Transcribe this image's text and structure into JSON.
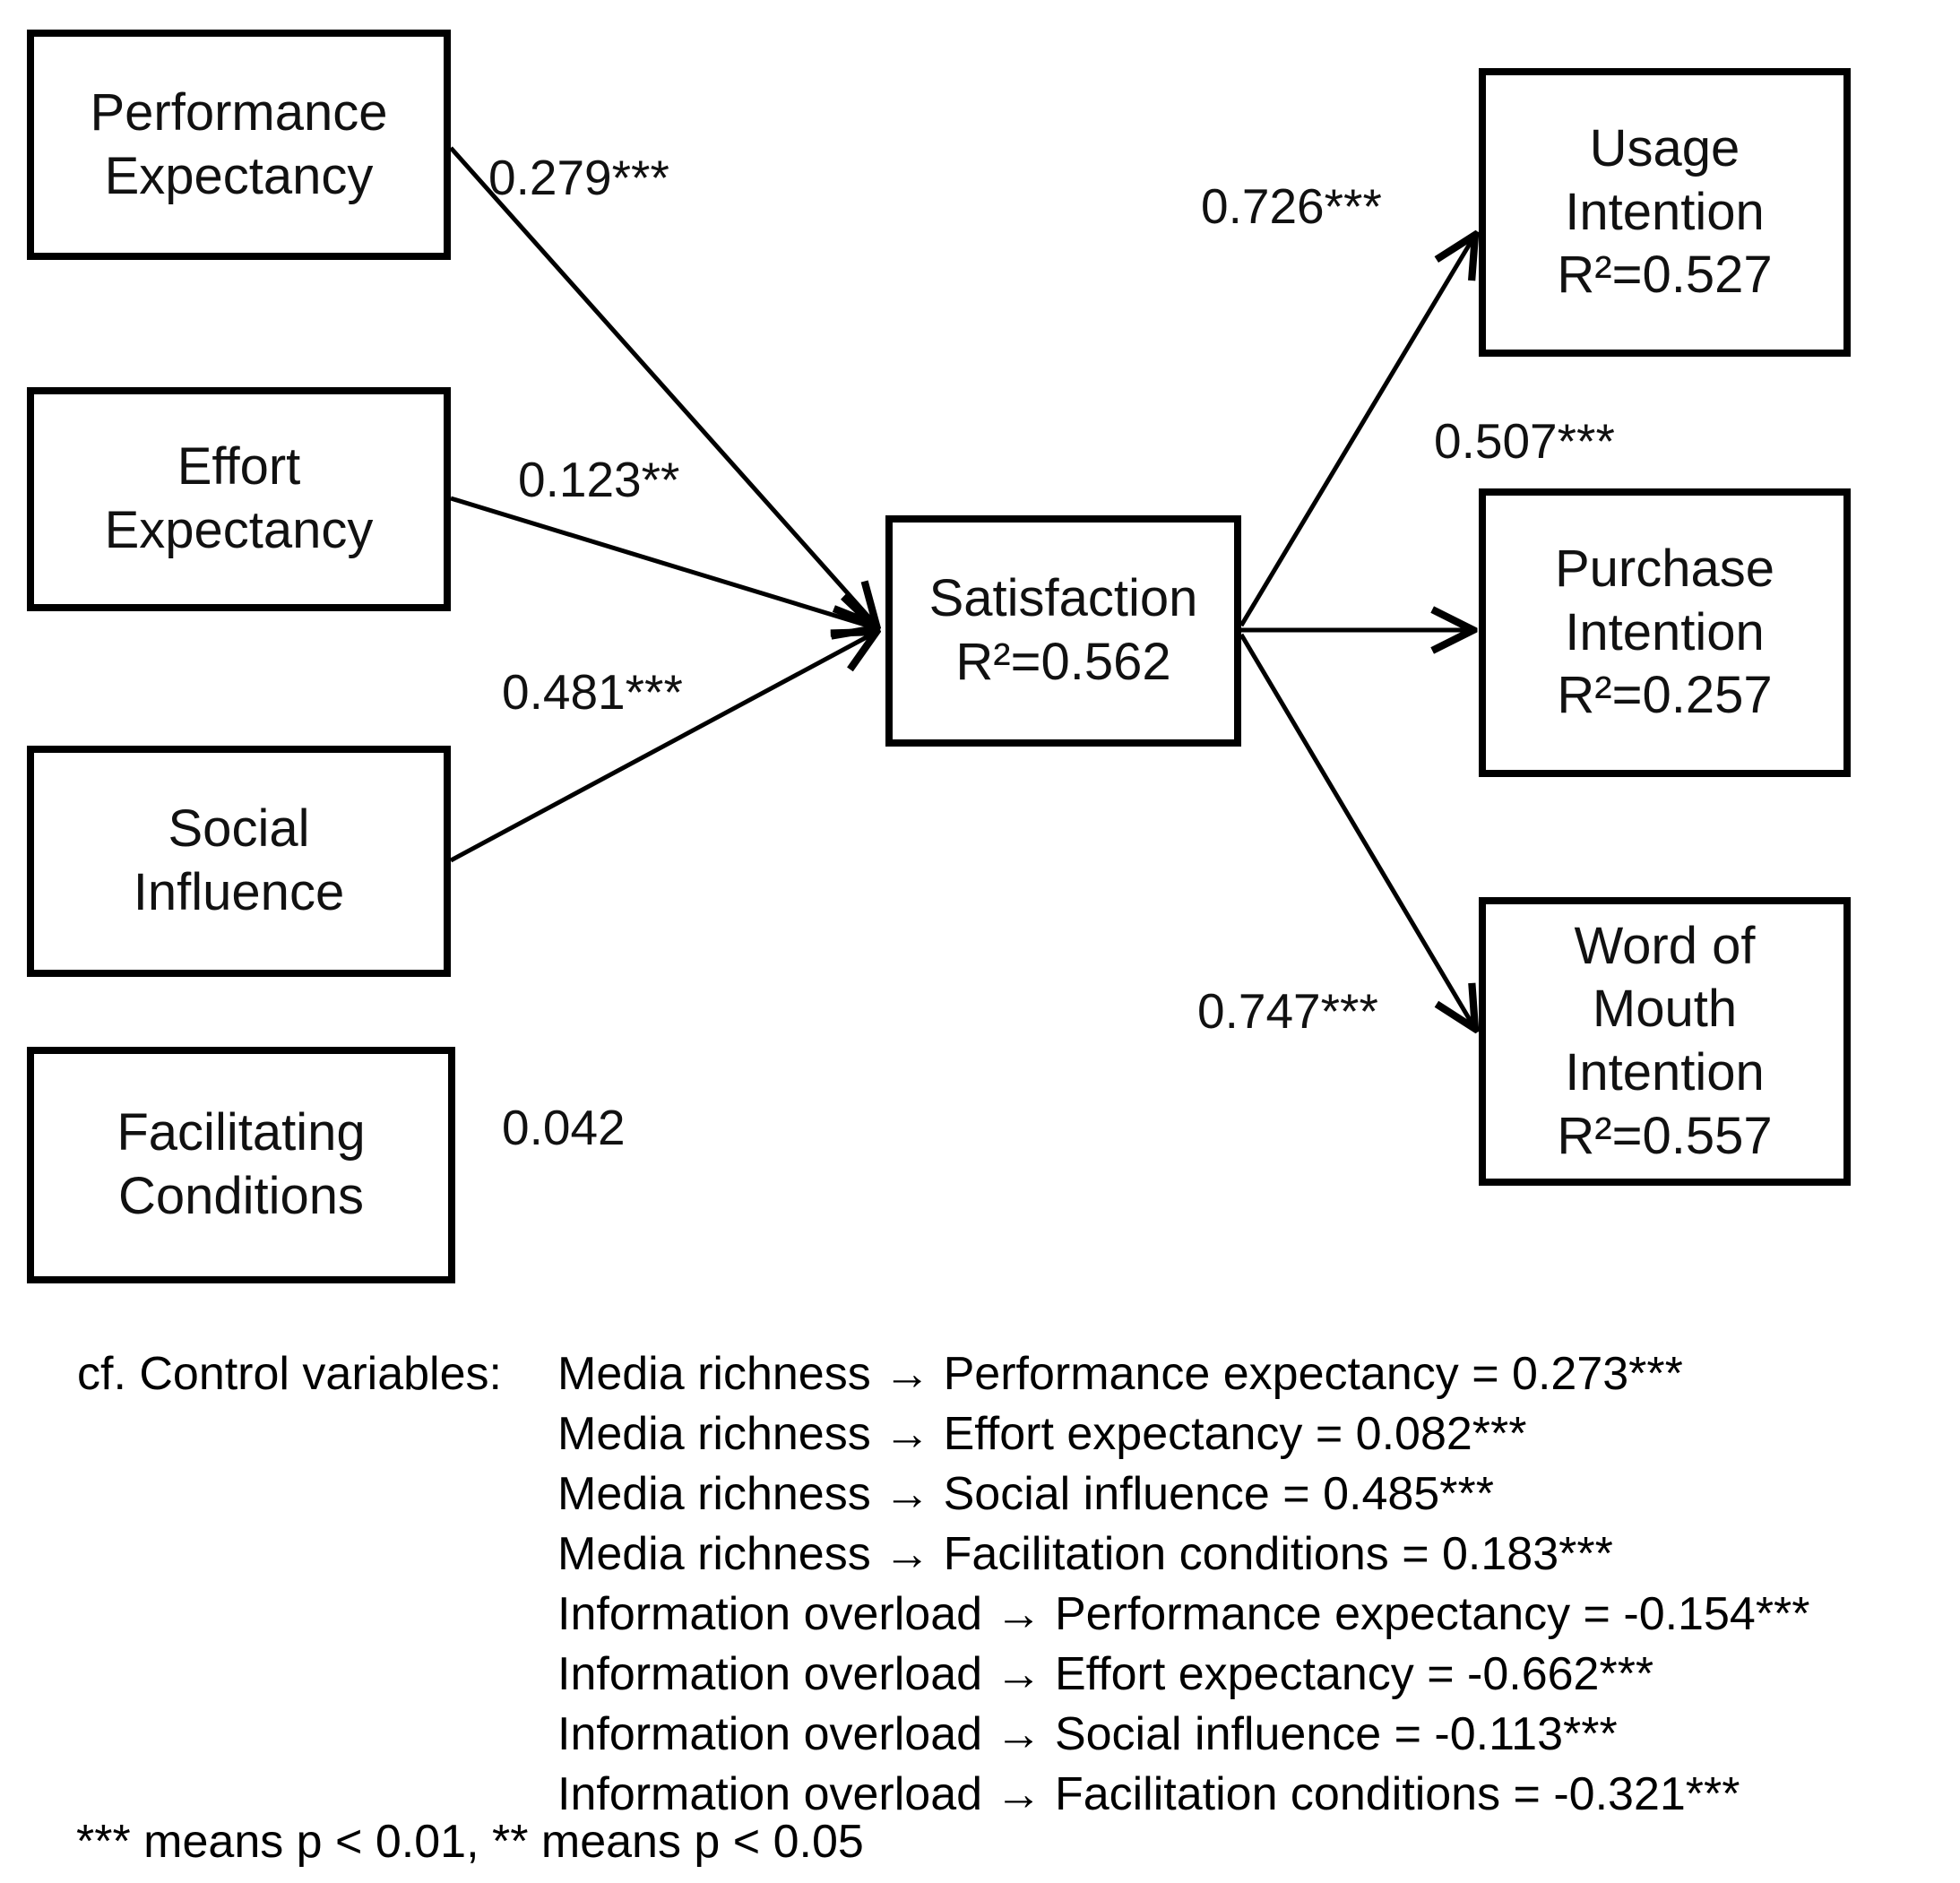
{
  "figure": {
    "background_color": "#ffffff",
    "line_color": "#000000",
    "text_color": "#111111"
  },
  "nodes": {
    "performance": {
      "label": "Performance\nExpectancy"
    },
    "effort": {
      "label": "Effort\nExpectancy"
    },
    "social": {
      "label": "Social\nInfluence"
    },
    "facilitating": {
      "label": "Facilitating\nConditions"
    },
    "satisfaction": {
      "label": "Satisfaction",
      "r2": "R²=0.562"
    },
    "usage": {
      "label": "Usage\nIntention",
      "r2": "R²=0.527"
    },
    "purchase": {
      "label": "Purchase\nIntention",
      "r2": "R²=0.257"
    },
    "word_of_mouth": {
      "label": "Word of\nMouth\nIntention",
      "r2": "R²=0.557"
    }
  },
  "coefficients": {
    "pe_to_satisfaction": "0.279***",
    "ee_to_satisfaction": "0.123**",
    "si_to_satisfaction": "0.481***",
    "fc_coefficient": "0.042",
    "satisfaction_to_usage": "0.726***",
    "satisfaction_to_purchase": "0.507***",
    "satisfaction_to_wom": "0.747***"
  },
  "footer": {
    "intro": "cf. Control variables:",
    "control_paths": [
      "Media richness → Performance expectancy = 0.273***",
      "Media richness → Effort expectancy = 0.082***",
      "Media richness → Social influence = 0.485***",
      "Media richness → Facilitation conditions = 0.183***",
      "Information overload → Performance expectancy = -0.154***",
      "Information overload → Effort expectancy = -0.662***",
      "Information overload → Social influence = -0.113***",
      "Information overload → Facilitation conditions = -0.321***"
    ],
    "significance_note": "*** means p < 0.01, ** means p < 0.05"
  }
}
